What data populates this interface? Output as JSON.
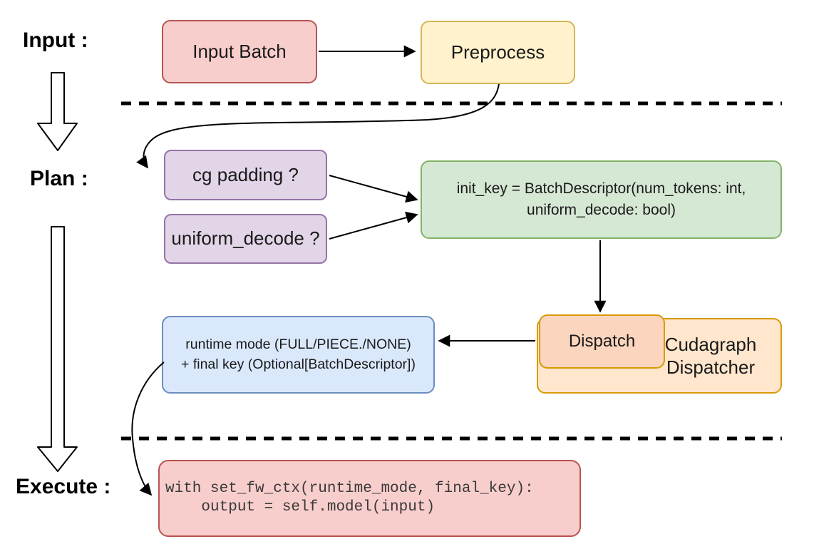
{
  "sections": {
    "input": "Input :",
    "plan": "Plan :",
    "execute": "Execute :"
  },
  "nodes": {
    "input_batch": "Input Batch",
    "preprocess": "Preprocess",
    "cg_padding": "cg padding ?",
    "uniform_decode": "uniform_decode ?",
    "init_key_line1": "init_key = BatchDescriptor(num_tokens: int,",
    "init_key_line2": "uniform_decode: bool)",
    "runtime_line1": "runtime mode (FULL/PIECE./NONE)",
    "runtime_line2": "+ final key (Optional[BatchDescriptor])",
    "dispatch": "Dispatch",
    "cudagraph_dispatcher": "Cudagraph Dispatcher",
    "code_line1": "with set_fw_ctx(runtime_mode, final_key):",
    "code_line2": "    output = self.model(input)"
  },
  "colors": {
    "red_fill": "#F8CECC",
    "red_stroke": "#B85450",
    "yellow_fill": "#FFF2CC",
    "yellow_stroke": "#D6B656",
    "purple_fill": "#E1D5E7",
    "purple_stroke": "#9673A6",
    "green_fill": "#D5E8D4",
    "green_stroke": "#82B366",
    "blue_fill": "#DAE8FC",
    "blue_stroke": "#6C8EBF",
    "orange_fill": "#FFE6CC",
    "orange_inner_fill": "#FBD5BD",
    "orange_stroke": "#D79B00",
    "connector": "#000000"
  }
}
